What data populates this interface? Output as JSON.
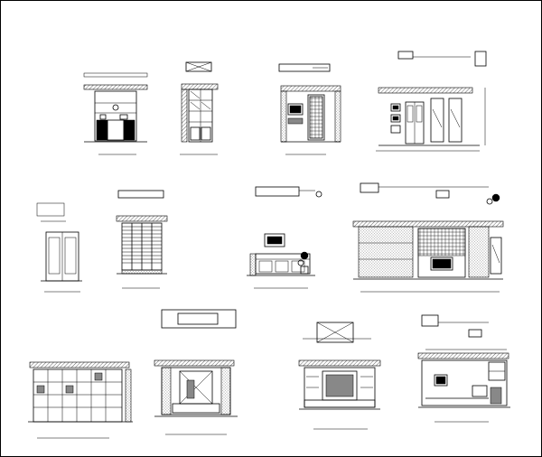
{
  "drawing": {
    "description_style": "architectural interior elevation sheet",
    "panels": [
      {
        "id": "p1",
        "caption": "",
        "scale": ""
      },
      {
        "id": "p2",
        "caption": "",
        "scale": ""
      },
      {
        "id": "p3",
        "caption": "",
        "scale": ""
      },
      {
        "id": "p4",
        "caption": "",
        "scale": ""
      },
      {
        "id": "p5",
        "caption": "",
        "scale": ""
      },
      {
        "id": "p6",
        "caption": "",
        "scale": ""
      },
      {
        "id": "p7",
        "caption": "",
        "scale": ""
      },
      {
        "id": "p8",
        "caption": "",
        "scale": ""
      },
      {
        "id": "p9",
        "caption": "",
        "scale": ""
      },
      {
        "id": "p10",
        "caption": "",
        "scale": ""
      },
      {
        "id": "p11",
        "caption": "",
        "scale": ""
      },
      {
        "id": "p12",
        "caption": "",
        "scale": ""
      }
    ]
  }
}
